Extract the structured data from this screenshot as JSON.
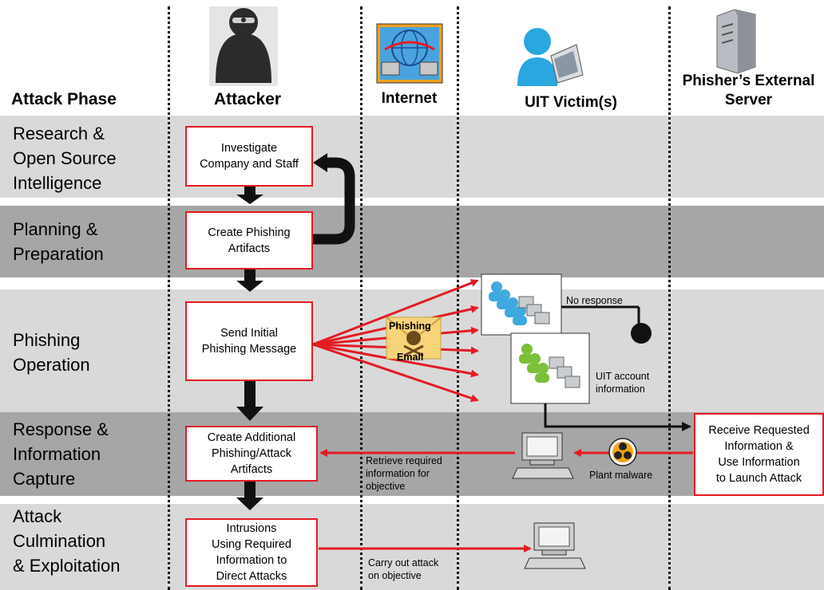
{
  "headers": {
    "attack_phase": "Attack Phase",
    "attacker": "Attacker",
    "internet": "Internet",
    "victims": "UIT Victim(s)",
    "server": "Phisher’s External\nServer"
  },
  "phases": [
    {
      "label": "Research &\nOpen Source\nIntelligence"
    },
    {
      "label": "Planning &\nPreparation"
    },
    {
      "label": "Phishing\nOperation"
    },
    {
      "label": "Response &\nInformation\nCapture"
    },
    {
      "label": "Attack\nCulmination\n& Exploitation"
    }
  ],
  "boxes": {
    "investigate": "Investigate\nCompany and Staff",
    "create_artifacts": "Create Phishing\nArtifacts",
    "send_message": "Send Initial\nPhishing Message",
    "create_additional": "Create Additional\nPhishing/Attack\nArtifacts",
    "intrusions": "Intrusions\nUsing Required\nInformation to\nDirect Attacks",
    "receive_info": "Receive Requested\nInformation &\nUse Information\nto Launch Attack"
  },
  "labels": {
    "phishing": "Phishing",
    "email": "Email",
    "no_response": "No response",
    "account_info": "UIT account\ninformation",
    "retrieve": "Retrieve required\ninformation for\nobjective",
    "plant_malware": "Plant malware",
    "carry_out": "Carry out attack\non objective"
  },
  "icons": {
    "attacker": "hooded-attacker-icon",
    "internet": "internet-globe-icon",
    "victim": "user-laptop-icon",
    "server": "server-tower-icon",
    "email": "phishing-email-skull-icon",
    "biohazard": "biohazard-icon",
    "computer": "desktop-computer-icon"
  },
  "colors": {
    "arrow_red": "#e31b23",
    "band_light": "#d9d9d9",
    "band_dark": "#a6a6a6"
  }
}
